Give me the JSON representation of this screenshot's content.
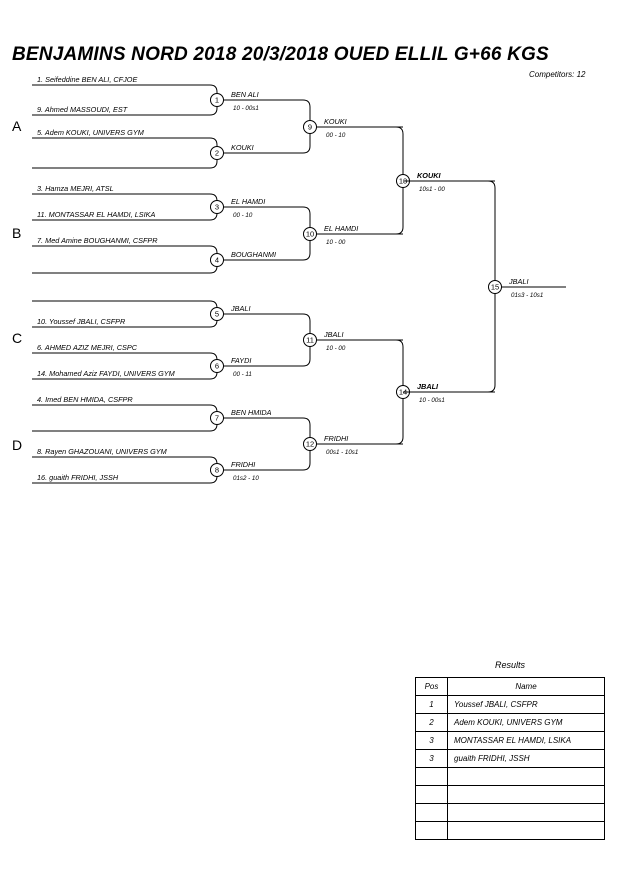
{
  "header": {
    "title": "BENJAMINS NORD 2018  20/3/2018  OUED ELLIL   G+66 KGS",
    "competitors": "Competitors: 12"
  },
  "pools": [
    "A",
    "B",
    "C",
    "D"
  ],
  "entries": [
    "1. Seifeddine BEN ALI, CFJOE",
    "9. Ahmed MASSOUDI, EST",
    "5. Adem KOUKI, UNIVERS GYM",
    "",
    "3. Hamza MEJRI, ATSL",
    "11. MONTASSAR EL HAMDI, LSIKA",
    "7. Med Amine BOUGHANMI, CSFPR",
    "",
    "",
    "10. Youssef JBALI, CSFPR",
    "6. AHMED AZIZ MEJRI, CSPC",
    "14. Mohamed Aziz FAYDI, UNIVERS GYM",
    "4. Imed BEN HMIDA, CSFPR",
    "",
    "8. Rayen GHAZOUANI, UNIVERS GYM",
    "16. guaith FRIDHI, JSSH"
  ],
  "matches": [
    {
      "num": "1",
      "winner": "BEN ALI",
      "score": "10 - 00s1"
    },
    {
      "num": "2",
      "winner": "KOUKI",
      "score": ""
    },
    {
      "num": "3",
      "winner": "EL HAMDI",
      "score": "00 - 10"
    },
    {
      "num": "4",
      "winner": "BOUGHANMI",
      "score": ""
    },
    {
      "num": "5",
      "winner": "JBALI",
      "score": ""
    },
    {
      "num": "6",
      "winner": "FAYDI",
      "score": "00 - 11"
    },
    {
      "num": "7",
      "winner": "BEN HMIDA",
      "score": ""
    },
    {
      "num": "8",
      "winner": "FRIDHI",
      "score": "01s2 - 10"
    },
    {
      "num": "9",
      "winner": "KOUKI",
      "score": "00 - 10"
    },
    {
      "num": "10",
      "winner": "EL HAMDI",
      "score": "10 - 00"
    },
    {
      "num": "11",
      "winner": "JBALI",
      "score": "10 - 00"
    },
    {
      "num": "12",
      "winner": "FRIDHI",
      "score": "00s1 - 10s1"
    },
    {
      "num": "13",
      "winner": "KOUKI",
      "score": "10s1 - 00"
    },
    {
      "num": "14",
      "winner": "JBALI",
      "score": "10 - 00s1"
    },
    {
      "num": "15",
      "winner": "JBALI",
      "score": "01s3 - 10s1"
    }
  ],
  "results": {
    "title": "Results",
    "headers": {
      "pos": "Pos",
      "name": "Name"
    },
    "rows": [
      {
        "pos": "1",
        "name": "Youssef JBALI, CSFPR"
      },
      {
        "pos": "2",
        "name": "Adem KOUKI, UNIVERS GYM"
      },
      {
        "pos": "3",
        "name": "MONTASSAR EL HAMDI, LSIKA"
      },
      {
        "pos": "3",
        "name": "guaith FRIDHI, JSSH"
      },
      {
        "pos": "",
        "name": ""
      },
      {
        "pos": "",
        "name": ""
      },
      {
        "pos": "",
        "name": ""
      },
      {
        "pos": "",
        "name": ""
      }
    ]
  }
}
